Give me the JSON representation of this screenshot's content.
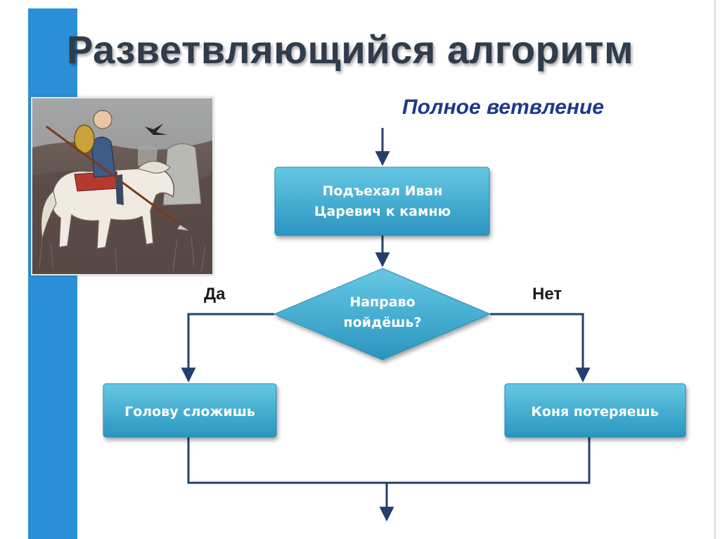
{
  "slide": {
    "title": "Разветвляющийся алгоритм",
    "subtitle": "Полное ветвление"
  },
  "illustration": {
    "description_icon": "knight-on-horse-illustration"
  },
  "flowchart": {
    "start_box": {
      "line1": "Подъехал Иван",
      "line2": "Царевич к камню"
    },
    "decision": {
      "line1": "Направо",
      "line2": "пойдёшь?"
    },
    "yes_label": "Да",
    "no_label": "Нет",
    "yes_box": "Голову сложишь",
    "no_box": "Коня потеряешь"
  },
  "colors": {
    "accent_bar": "#2a8fd6",
    "box_fill_top": "#5cc3e0",
    "box_fill_bottom": "#2e9cc4",
    "line": "#243f6e",
    "subtitle": "#1d3a8a"
  }
}
